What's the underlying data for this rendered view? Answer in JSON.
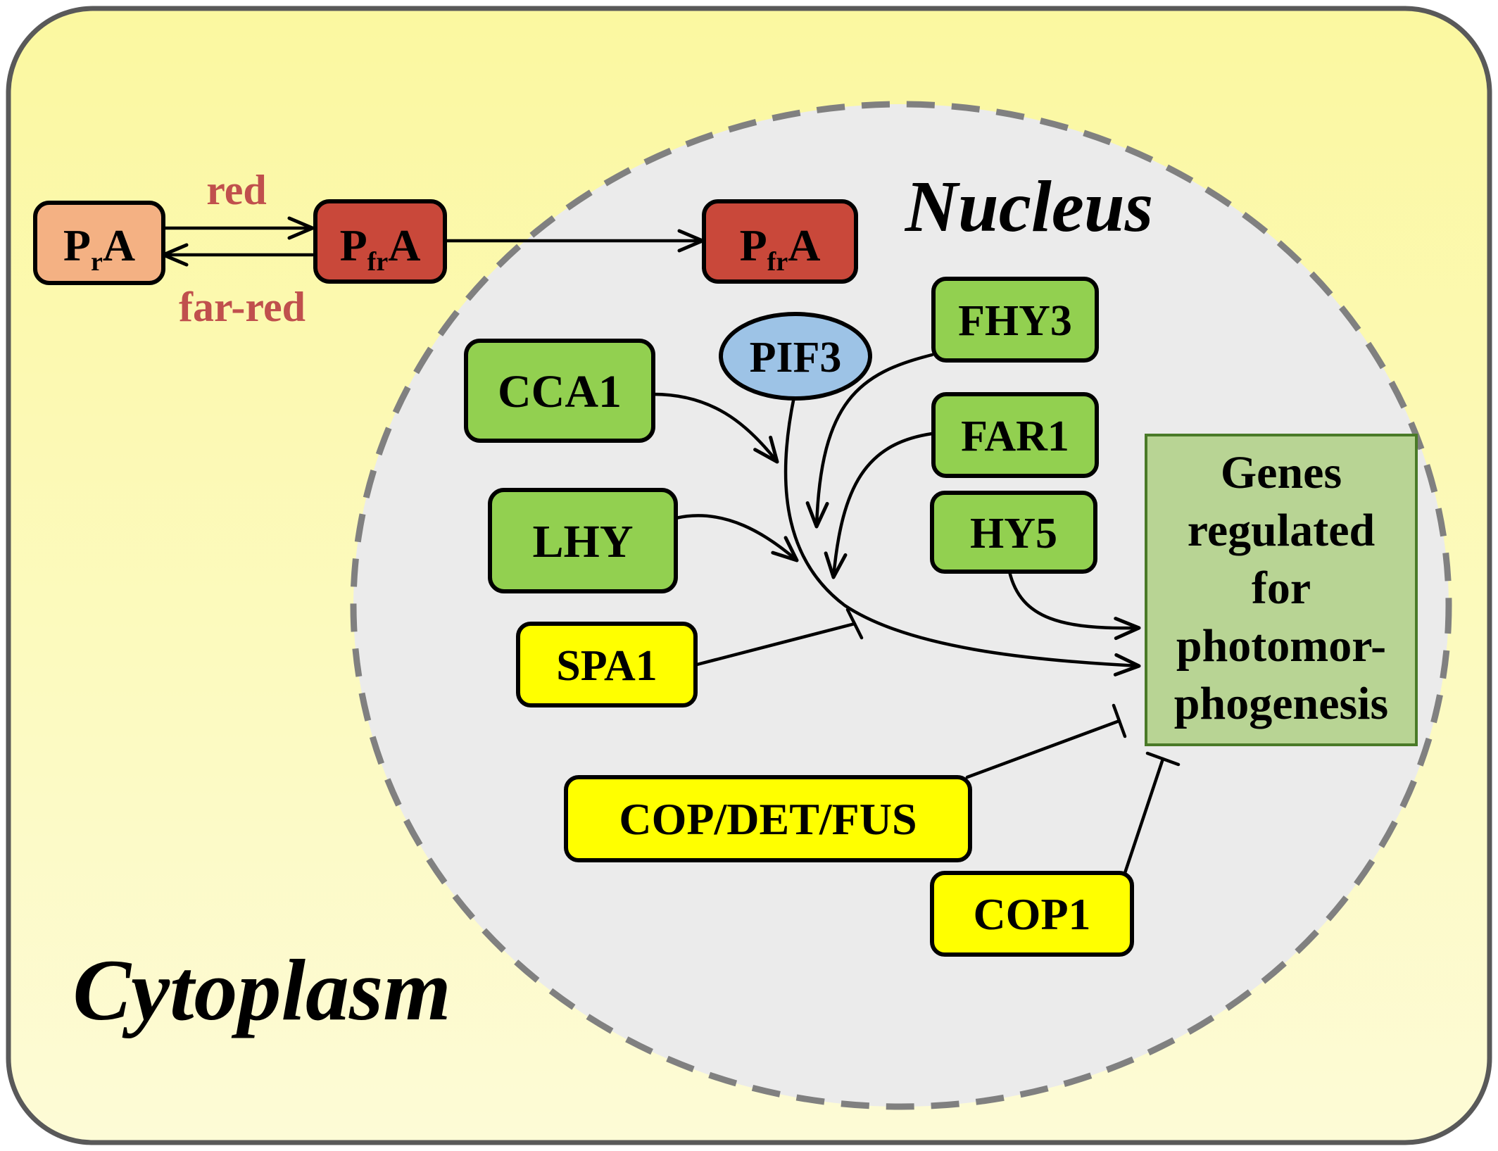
{
  "regions": {
    "cytoplasm": "Cytoplasm",
    "nucleus": "Nucleus"
  },
  "light_labels": {
    "red": "red",
    "far_red": "far-red"
  },
  "phytochrome": {
    "pra": {
      "main": "P",
      "sub": "r",
      "suffix": "A"
    },
    "pfra": {
      "main": "P",
      "sub": "fr",
      "suffix": "A"
    },
    "pfra_nuclear": {
      "main": "P",
      "sub": "fr",
      "suffix": "A"
    }
  },
  "nodes": {
    "pif3": "PIF3",
    "cca1": "CCA1",
    "lhy": "LHY",
    "fhy3": "FHY3",
    "far1": "FAR1",
    "hy5": "HY5",
    "spa1": "SPA1",
    "cop_det_fus": "COP/DET/FUS",
    "cop1": "COP1"
  },
  "target": {
    "line1": "Genes",
    "line2": "regulated",
    "line3": "for",
    "line4": "photomor-",
    "line5": "phogenesis"
  },
  "colors": {
    "cytoplasm_fill": "#fbf8a6",
    "nucleus_fill": "#ebebeb",
    "pra_fill": "#f4b183",
    "pfra_fill": "#c9483a",
    "activator_fill": "#92d050",
    "repressor_fill": "#ffff00",
    "pif3_fill": "#9dc3e6",
    "target_fill": "#b8d494",
    "light_label_color": "#c0504d"
  }
}
